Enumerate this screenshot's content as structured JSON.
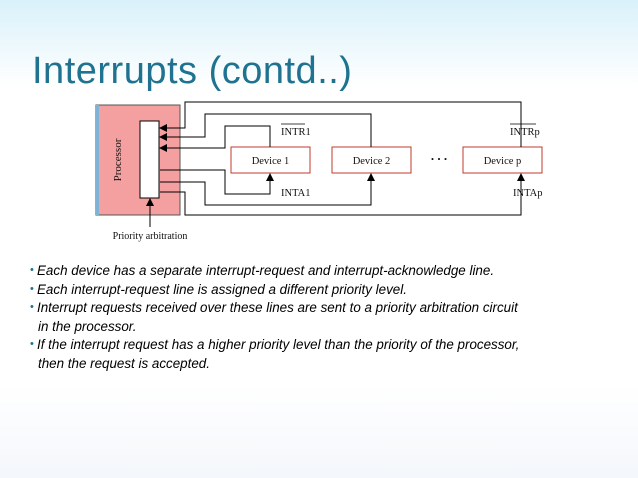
{
  "slide": {
    "title": "Interrupts (contd..)"
  },
  "diagram": {
    "processor_label": "Processor",
    "arbitration_label": "Priority arbitration",
    "devices": [
      "Device 1",
      "Device 2",
      "Device p"
    ],
    "ellipsis": ". . .",
    "intr1_label": "INTR1",
    "intrp_label": "INTRp",
    "inta1_label": "INTA1",
    "intap_label": "INTAp"
  },
  "bullets": [
    [
      "Each device has a separate interrupt-request and interrupt-acknowledge line."
    ],
    [
      "Each interrupt-request line is assigned a different priority level."
    ],
    [
      "Interrupt requests received over these lines are sent to a priority arbitration circuit",
      "in the processor."
    ],
    [
      "If the interrupt request has a higher priority level than the priority of the processor,",
      "then the request is accepted."
    ]
  ],
  "colors": {
    "title": "#1f7391",
    "processor_fill": "#f4a0a0",
    "processor_edge": "#7fb3d6"
  }
}
